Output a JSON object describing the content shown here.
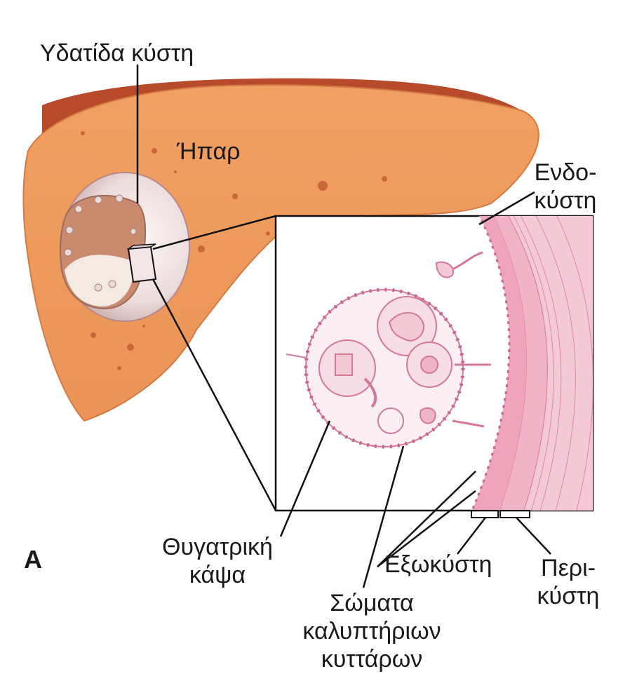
{
  "figure": {
    "panel_letter": "A",
    "labels": {
      "hydatid_cyst": "Υδατίδα κύστη",
      "liver": "Ήπαρ",
      "endocyst_line1": "Ενδο-",
      "endocyst_line2": "κύστη",
      "daughter_capsule_line1": "Θυγατρική",
      "daughter_capsule_line2": "κάψα",
      "exocyst": "Εξωκύστη",
      "pericyst_line1": "Περι-",
      "pericyst_line2": "κύστη",
      "calcareous_line1": "Σώματα",
      "calcareous_line2": "καλυπτήριων",
      "calcareous_line3": "κυττάρων"
    },
    "colors": {
      "liver": "#EE9A5E",
      "liver_edge": "#C7522F",
      "inset_pink": "#E8A8BE",
      "membrane": "#D47896",
      "cyst_white": "#F3ECEB",
      "line": "#111111"
    }
  }
}
